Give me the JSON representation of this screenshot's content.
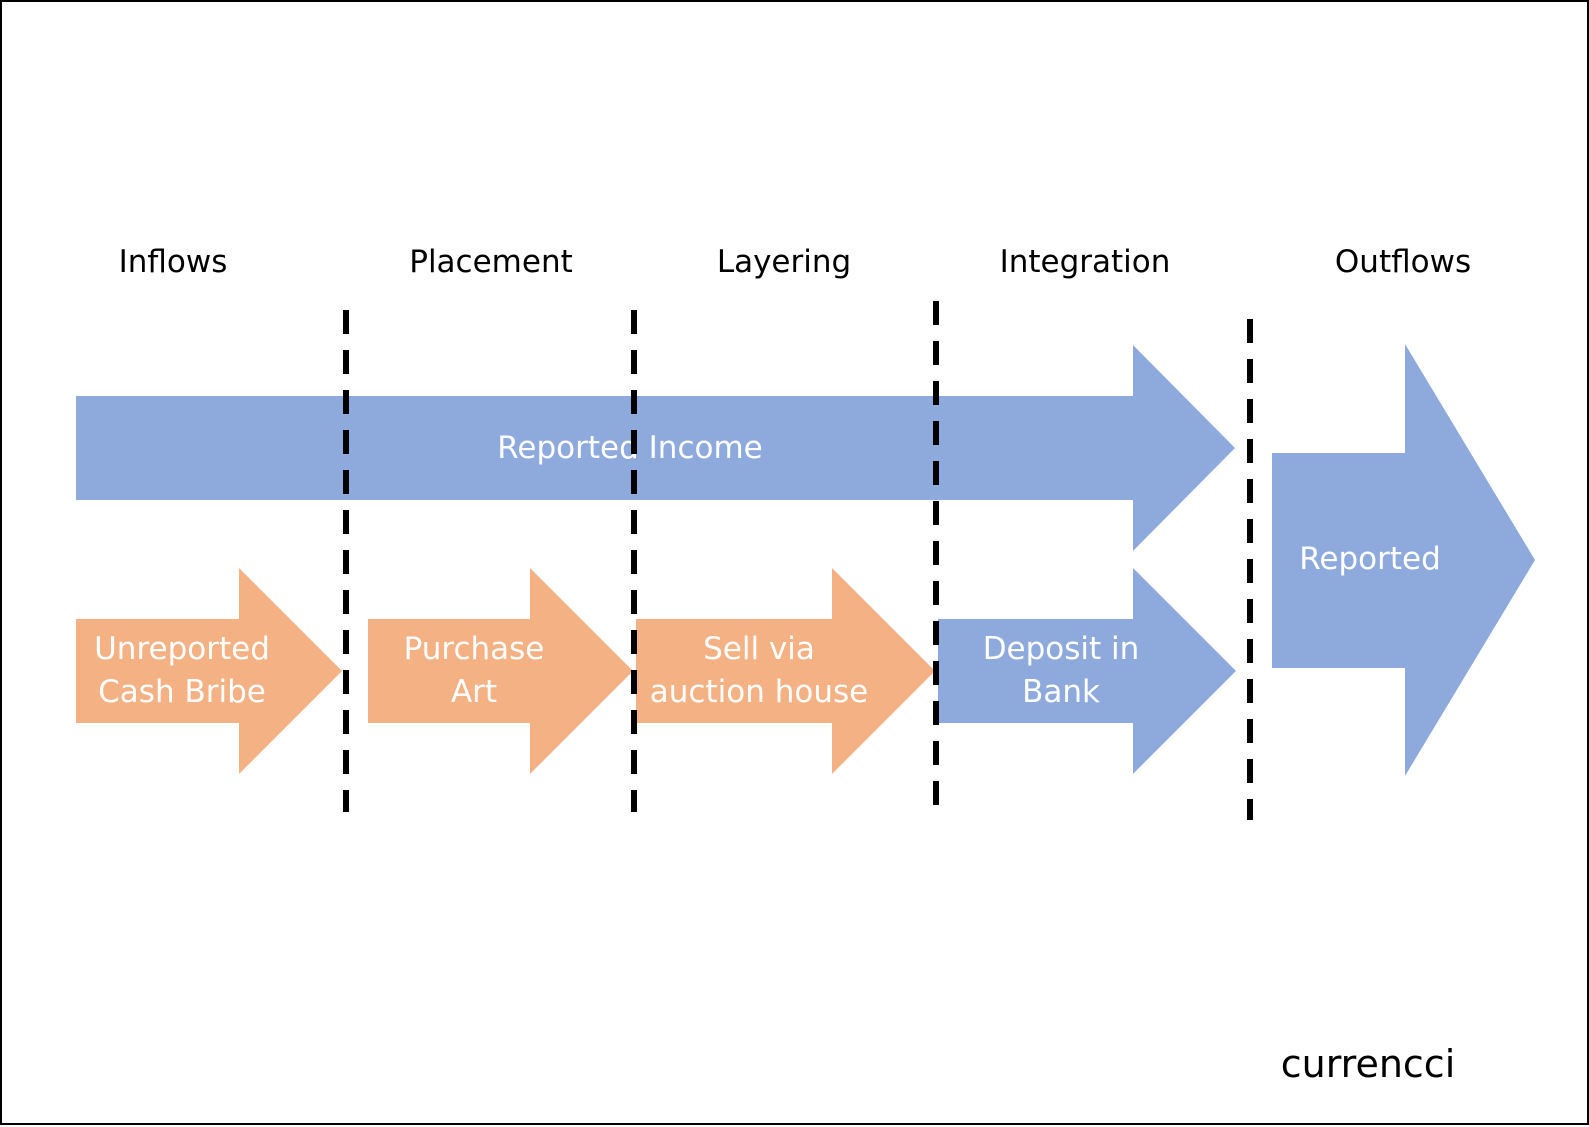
{
  "colors": {
    "blue": "#8eaadc",
    "orange": "#f4b183",
    "divider": "#000000",
    "stage_text": "#000000",
    "arrow_text": "#ffffff"
  },
  "stages": [
    "Inflows",
    "Placement",
    "Layering",
    "Integration",
    "Outflows"
  ],
  "reported_income": {
    "label": "Reported Income"
  },
  "flow_steps": [
    {
      "line1": "Unreported",
      "line2": "Cash Bribe"
    },
    {
      "line1": "Purchase",
      "line2": "Art"
    },
    {
      "line1": "Sell via",
      "line2": "auction house"
    },
    {
      "line1": "Deposit in",
      "line2": "Bank"
    }
  ],
  "outflow": {
    "label": "Reported"
  },
  "brand": "currencci"
}
